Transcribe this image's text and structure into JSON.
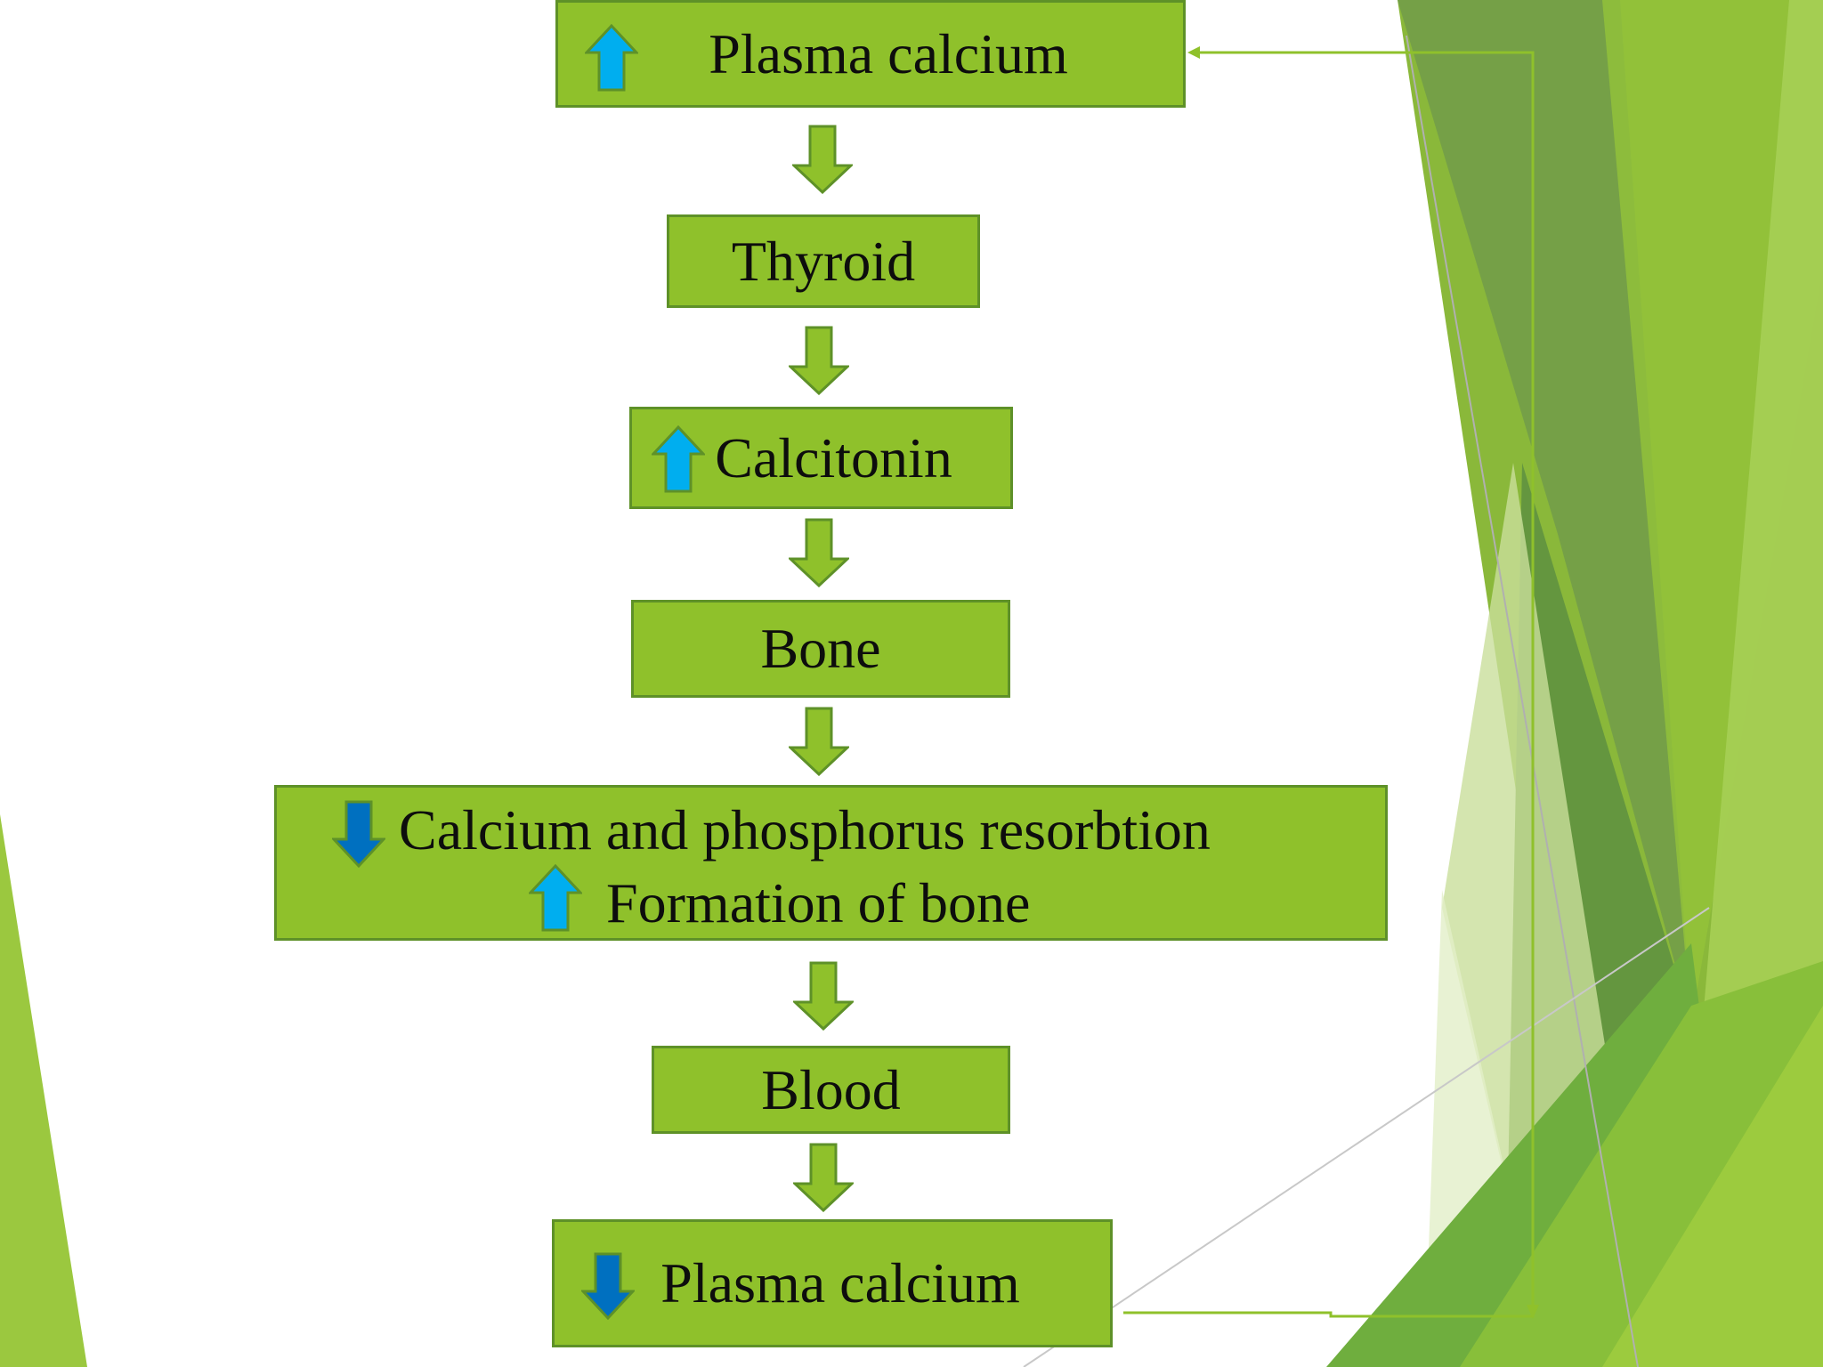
{
  "diagram": {
    "nodes": [
      {
        "id": "plasma-calcium-high",
        "label": "Plasma calcium",
        "indicator": "up-arrow-icon"
      },
      {
        "id": "thyroid",
        "label": "Thyroid"
      },
      {
        "id": "calcitonin",
        "label": "Calcitonin",
        "indicator": "up-arrow-icon"
      },
      {
        "id": "bone",
        "label": "Bone"
      },
      {
        "id": "effects",
        "line1": "Calcium and phosphorus resorbtion",
        "line1_indicator": "down-arrow-icon",
        "line2": "Formation of bone",
        "line2_indicator": "up-arrow-icon"
      },
      {
        "id": "blood",
        "label": "Blood"
      },
      {
        "id": "plasma-calcium-low",
        "label": "Plasma calcium",
        "indicator": "down-arrow-icon"
      }
    ],
    "edges": [
      {
        "from": "plasma-calcium-high",
        "to": "thyroid"
      },
      {
        "from": "thyroid",
        "to": "calcitonin"
      },
      {
        "from": "calcitonin",
        "to": "bone"
      },
      {
        "from": "bone",
        "to": "effects"
      },
      {
        "from": "effects",
        "to": "blood"
      },
      {
        "from": "blood",
        "to": "plasma-calcium-low"
      },
      {
        "from": "plasma-calcium-low",
        "to": "plasma-calcium-high",
        "style": "feedback-line"
      }
    ]
  },
  "colors": {
    "box_fill": "#8fc12b",
    "box_border": "#5e9128",
    "up_indicator": "#00aeef",
    "down_indicator": "#0070c0",
    "flow_arrow": "#8fc12b",
    "feedback_line": "#8fc12b"
  }
}
